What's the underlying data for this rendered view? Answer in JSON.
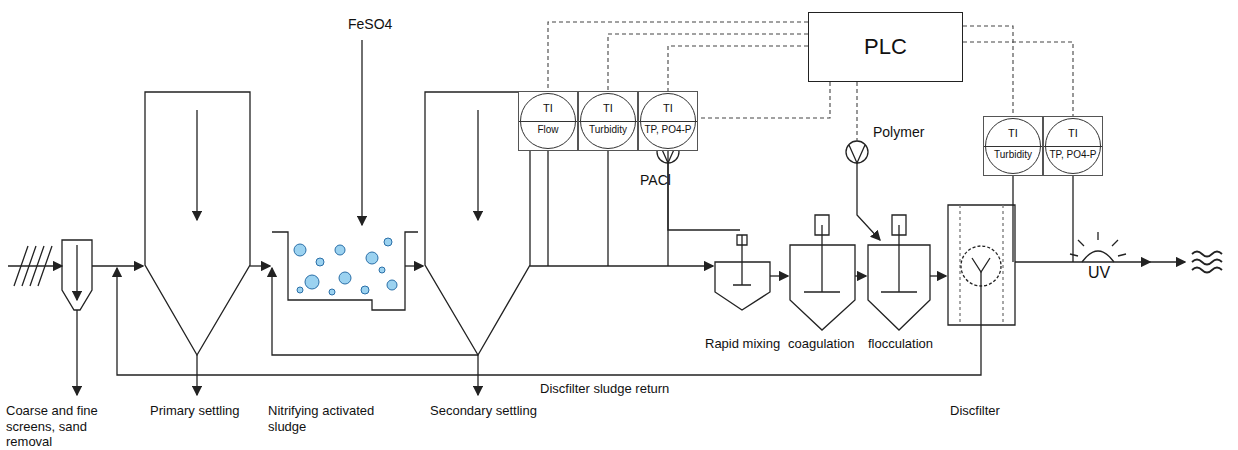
{
  "diagram": {
    "nodes": [
      {
        "text": [
          "PLC"
        ]
      },
      {
        "text": [
          "TI",
          "Flow"
        ]
      },
      {
        "text": [
          "TI",
          "Turbidity"
        ]
      },
      {
        "text": [
          "TI",
          "TP, PO4-P"
        ]
      },
      {
        "text": [
          "TI",
          "Turbidity"
        ]
      },
      {
        "text": [
          "TI",
          "TP, PO4-P"
        ]
      }
    ],
    "edges": [
      {
        "from": 0,
        "to": 1,
        "arrow": "none"
      },
      {
        "from": 0,
        "to": 2,
        "arrow": "none"
      },
      {
        "from": 0,
        "to": 3,
        "arrow": "none"
      },
      {
        "from": 0,
        "to": 4,
        "arrow": "none"
      },
      {
        "from": 0,
        "to": 5,
        "arrow": "none"
      }
    ],
    "labels": [
      "FeSO4",
      "PACl",
      "Polymer",
      "Rapid mixing",
      "coagulation",
      "flocculation",
      "Discfilter sludge return",
      "Coarse and fine screens, sand removal",
      "Primary settling",
      "Nitrifying activated sludge",
      "Secondary settling",
      "Discfilter",
      "UV"
    ]
  }
}
